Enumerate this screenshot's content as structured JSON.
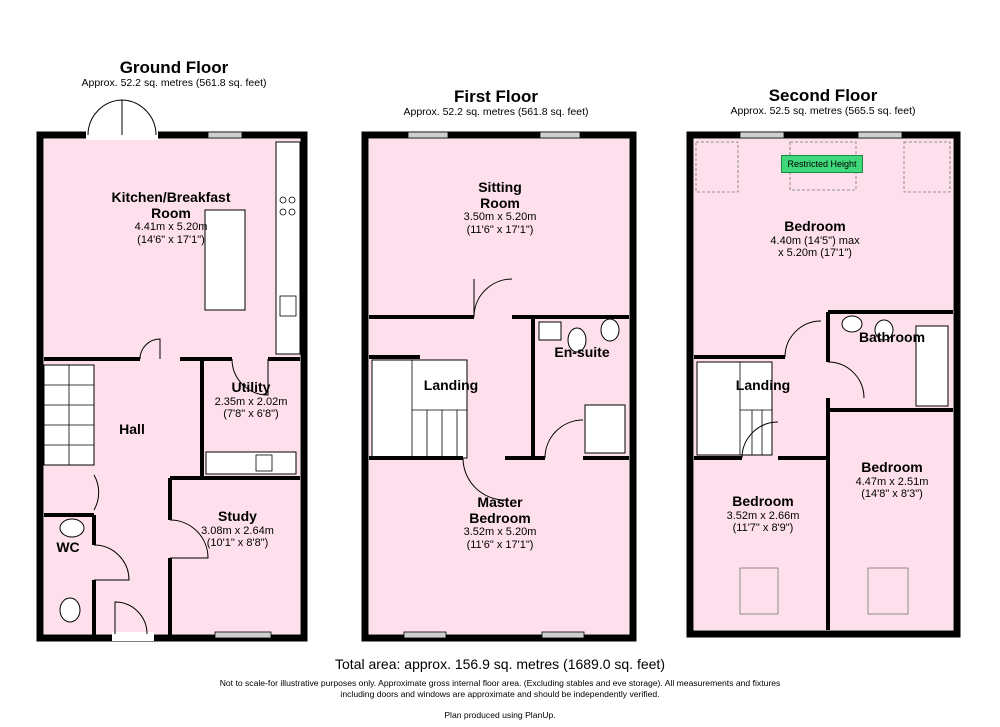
{
  "floors": {
    "ground": {
      "title": "Ground Floor",
      "area": "Approx. 52.2 sq. metres (561.8 sq. feet)",
      "rooms": {
        "kitchen": {
          "name_line1": "Kitchen/Breakfast",
          "name_line2": "Room",
          "dim_metric": "4.41m x 5.20m",
          "dim_imperial": "(14'6\" x 17'1\")"
        },
        "utility": {
          "name": "Utility",
          "dim_metric": "2.35m x 2.02m",
          "dim_imperial": "(7'8\" x 6'8\")"
        },
        "hall": {
          "name": "Hall"
        },
        "study": {
          "name": "Study",
          "dim_metric": "3.08m x 2.64m",
          "dim_imperial": "(10'1\" x 8'8\")"
        },
        "wc": {
          "name": "WC"
        }
      }
    },
    "first": {
      "title": "First Floor",
      "area": "Approx. 52.2 sq. metres (561.8 sq. feet)",
      "rooms": {
        "sitting": {
          "name_line1": "Sitting",
          "name_line2": "Room",
          "dim_metric": "3.50m x 5.20m",
          "dim_imperial": "(11'6\" x 17'1\")"
        },
        "landing": {
          "name": "Landing"
        },
        "ensuite": {
          "name": "En-suite"
        },
        "master": {
          "name_line1": "Master",
          "name_line2": "Bedroom",
          "dim_metric": "3.52m x 5.20m",
          "dim_imperial": "(11'6\" x 17'1\")"
        }
      }
    },
    "second": {
      "title": "Second Floor",
      "area": "Approx. 52.5 sq. metres (565.5 sq. feet)",
      "restricted_label": "Restricted Height",
      "rooms": {
        "bedroom_main": {
          "name": "Bedroom",
          "dim_line1": "4.40m (14'5\") max",
          "dim_line2": "x 5.20m (17'1\")"
        },
        "bathroom": {
          "name": "Bathroom"
        },
        "landing": {
          "name": "Landing"
        },
        "bedroom_left": {
          "name": "Bedroom",
          "dim_metric": "3.52m x 2.66m",
          "dim_imperial": "(11'7\" x 8'9\")"
        },
        "bedroom_right": {
          "name": "Bedroom",
          "dim_metric": "4.47m x 2.51m",
          "dim_imperial": "(14'8\" x 8'3\")"
        }
      }
    }
  },
  "footer": {
    "total": "Total area: approx. 156.9 sq. metres (1689.0 sq. feet)",
    "disclaimer_line1": "Not to scale-for illustrative purposes only. Approximate gross internal floor area. (Excluding stables and eve storage). All measurements and fixtures",
    "disclaimer_line2": "including doors and windows are approximate and should be independently verified.",
    "credit": "Plan produced using PlanUp."
  },
  "colors": {
    "floor": "#fde0ec",
    "wall": "#000000",
    "window": "#cfcfcf",
    "fixture": "#ffffff"
  }
}
